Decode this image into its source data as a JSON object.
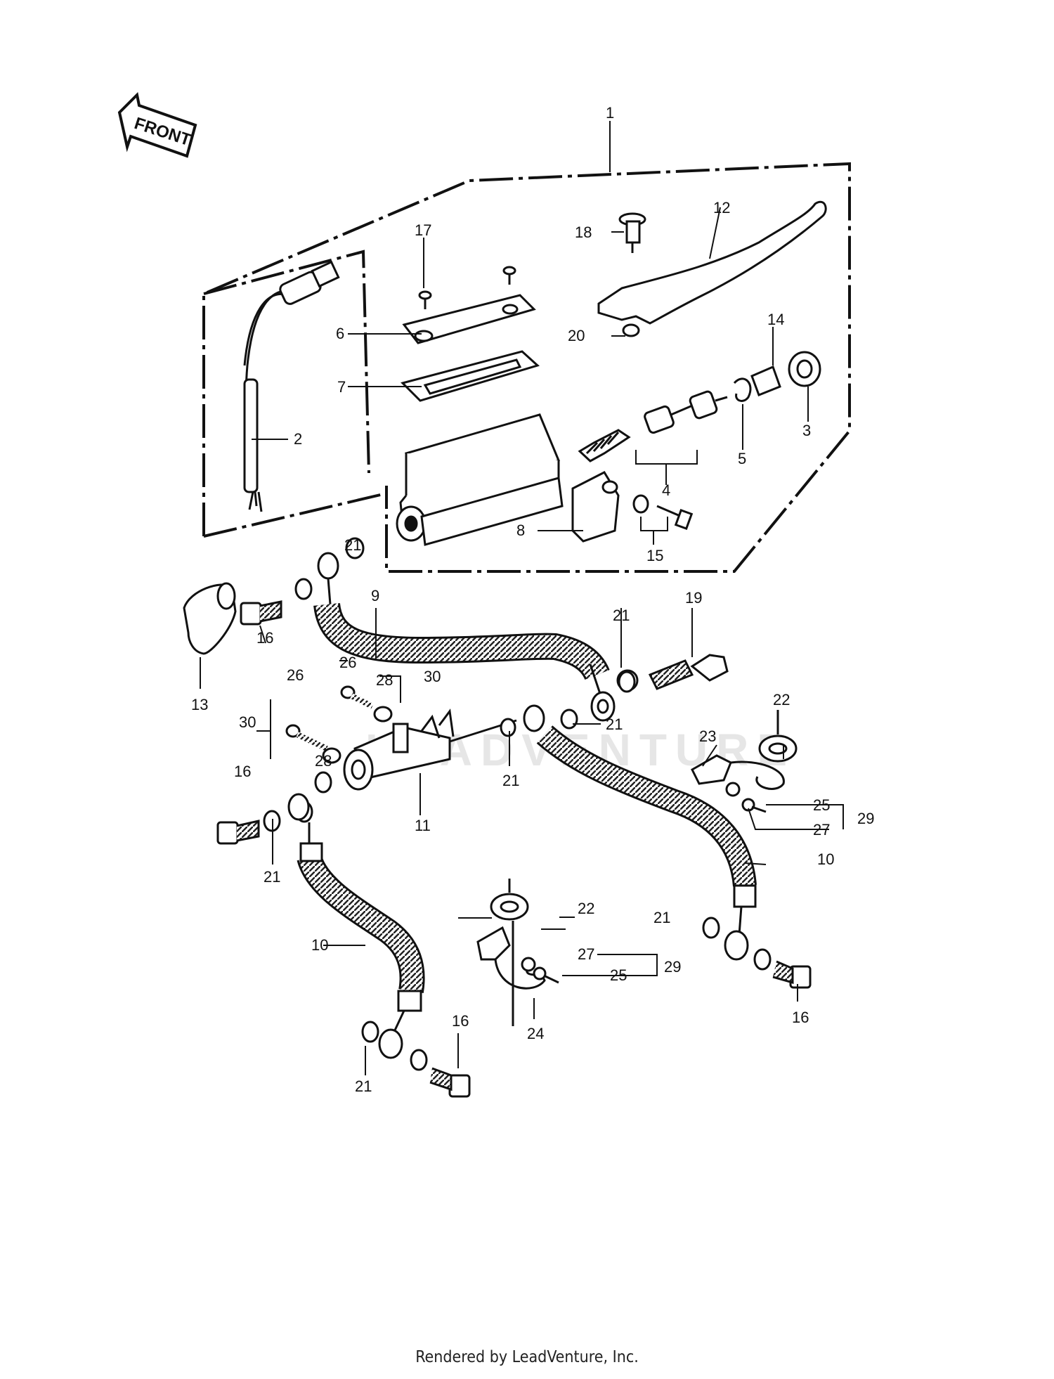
{
  "front_arrow_label": "FRONT",
  "footer": "Rendered by LeadVenture, Inc.",
  "watermark": "LEADVENTURE",
  "callouts": {
    "c1": "1",
    "c2": "2",
    "c3": "3",
    "c4": "4",
    "c5": "5",
    "c6": "6",
    "c7": "7",
    "c8": "8",
    "c9": "9",
    "c10a": "10",
    "c10b": "10",
    "c11": "11",
    "c12": "12",
    "c13": "13",
    "c14": "14",
    "c15": "15",
    "c16a": "16",
    "c16b": "16",
    "c16c": "16",
    "c16d": "16",
    "c17": "17",
    "c18": "18",
    "c19": "19",
    "c20": "20",
    "c21a": "21",
    "c21b": "21",
    "c21c": "21",
    "c21d": "21",
    "c21e": "21",
    "c21f": "21",
    "c21g": "21",
    "c22a": "22",
    "c22b": "22",
    "c23": "23",
    "c24": "24",
    "c25a": "25",
    "c25b": "25",
    "c26a": "26",
    "c26b": "26",
    "c27a": "27",
    "c27b": "27",
    "c28a": "28",
    "c28b": "28",
    "c29a": "29",
    "c29b": "29",
    "c30a": "30",
    "c30b": "30"
  }
}
